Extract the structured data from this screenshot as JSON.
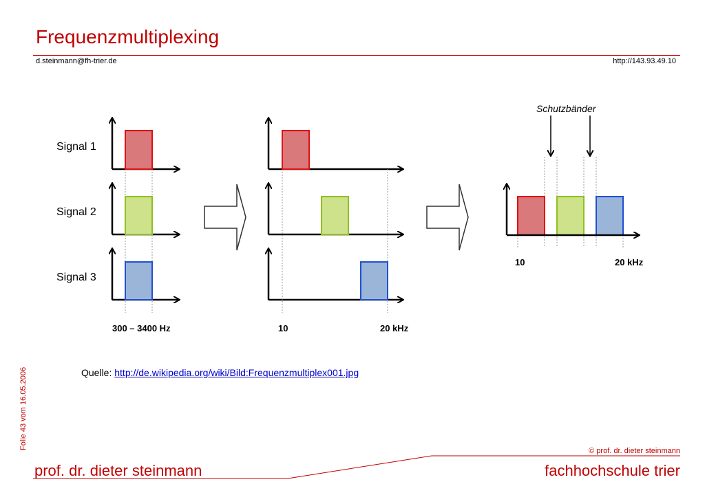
{
  "slide": {
    "title": "Frequenzmultiplexing",
    "email": "d.steinmann@fh-trier.de",
    "url": "http://143.93.49.10",
    "slide_number": "Folie 43 vom 16.05.2006",
    "copyright": "© prof. dr. dieter steinmann",
    "author": "prof. dr. dieter steinmann",
    "school": "fachhochschule trier"
  },
  "source": {
    "label": "Quelle:",
    "link": "http://de.wikipedia.org/wiki/Bild:Frequenzmultiplex001.jpg"
  },
  "diagram": {
    "signals": [
      "Signal 1",
      "Signal 2",
      "Signal 3"
    ],
    "colors": {
      "signal1": "#d9797c",
      "signal2": "#cde28a",
      "signal3": "#9ab5d8",
      "signal1_edge": "#e01010",
      "signal2_edge": "#90c020",
      "signal3_edge": "#2050d0"
    },
    "left_range_label": "300 – 3400 Hz",
    "middle_axis_labels": [
      "10",
      "20 kHz"
    ],
    "right_axis_labels": [
      "10",
      "20 kHz"
    ],
    "guard_band_label": "Schutzbänder"
  }
}
